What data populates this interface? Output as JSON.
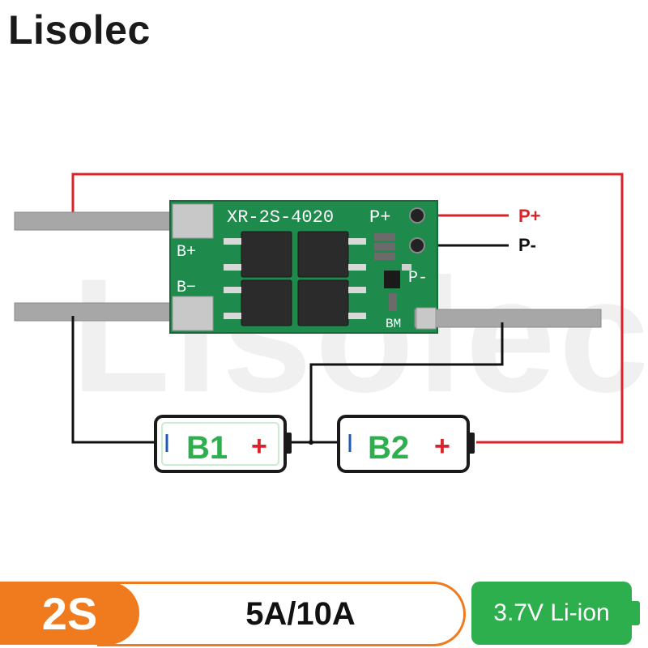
{
  "brand": "Lisolec",
  "watermark": "Lisolec",
  "board": {
    "model": "XR-2S-4020",
    "pad_labels": {
      "p_plus": "P+",
      "b_plus": "B+",
      "b_minus": "B−",
      "p_minus": "P-",
      "bm": "BM"
    }
  },
  "terminals": {
    "p_plus": "P+",
    "p_minus": "P-"
  },
  "batteries": [
    {
      "name": "B1",
      "plus": "+",
      "minus": "|"
    },
    {
      "name": "B2",
      "plus": "+",
      "minus": "|"
    }
  ],
  "footer": {
    "series": "2S",
    "current": "5A/10A",
    "chemistry": "3.7V Li-ion"
  },
  "colors": {
    "pcb": "#1e8a4c",
    "wire_positive": "#d8232a",
    "wire_negative": "#111111",
    "battery_green": "#2eaf4e",
    "accent_orange": "#f07a1e"
  }
}
